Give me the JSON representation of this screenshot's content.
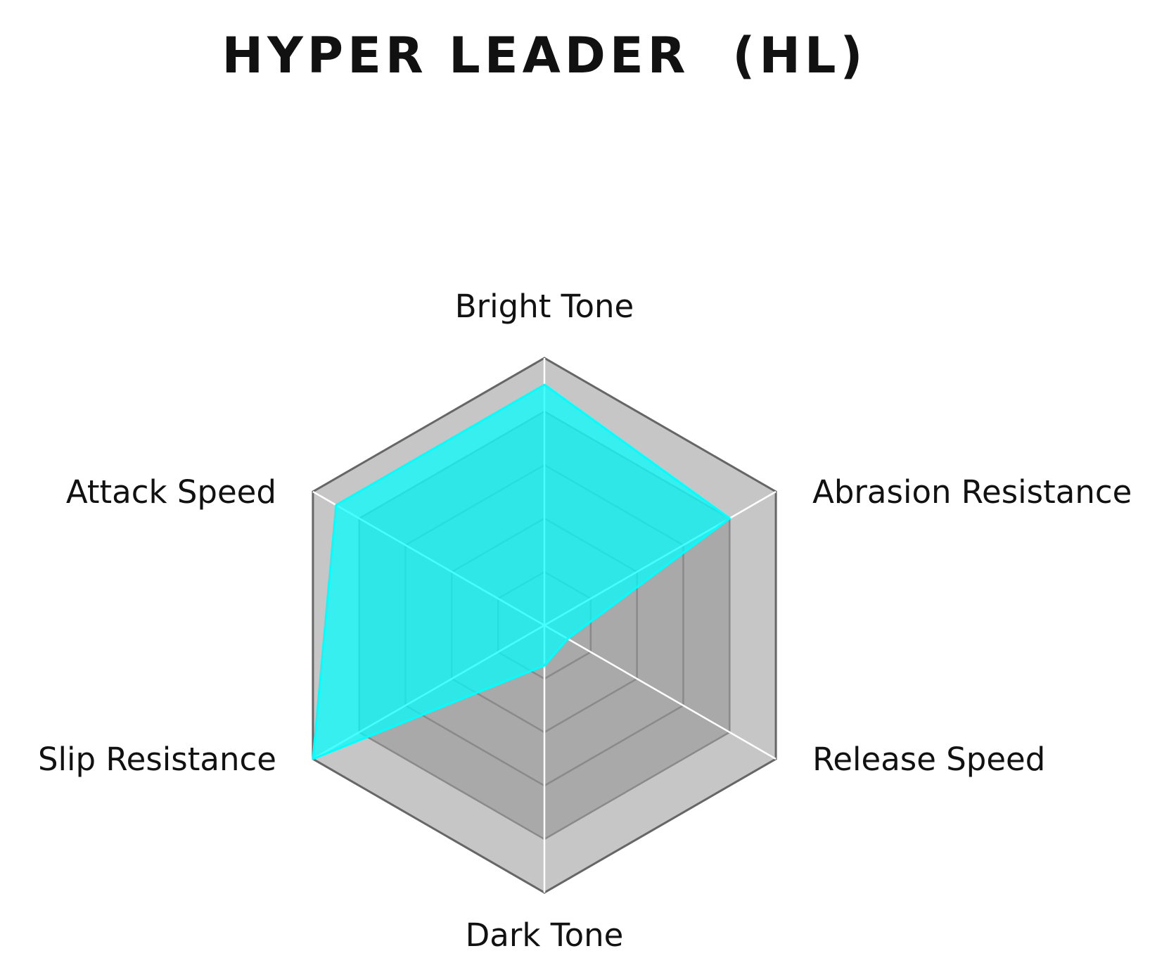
{
  "chart_data": {
    "type": "radar",
    "title": "HYPER LEADER  (HL)",
    "axes": [
      "Bright Tone",
      "Abrasion Resistance",
      "Release Speed",
      "Dark Tone",
      "Slip Resistance",
      "Attack Speed"
    ],
    "series": [
      {
        "values": [
          9.0,
          8.0,
          1.0,
          1.5,
          10.0,
          9.0
        ],
        "color": "#00ffff",
        "fill_opacity": 0.72
      }
    ],
    "scale": [
      0,
      10
    ],
    "rings": 5,
    "grid": true,
    "colors": {
      "outer_band": "#c6c6c6",
      "inner_band": "#a9a9a9",
      "ring_line": "#8a8a8a",
      "outer_line": "#666666",
      "spoke": "#ffffff",
      "series": "#00ffff"
    }
  }
}
